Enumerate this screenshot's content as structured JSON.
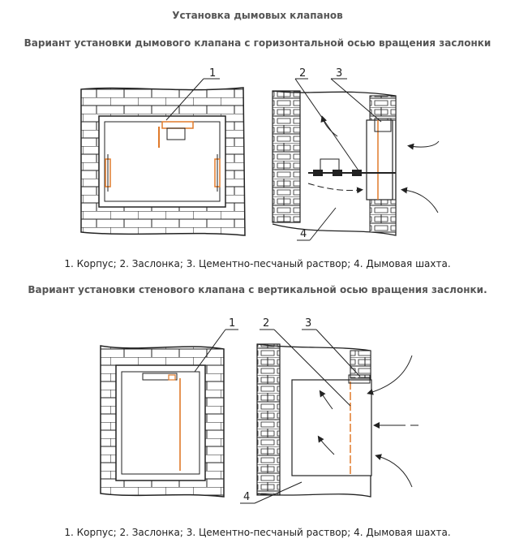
{
  "title": "Установка дымовых клапанов",
  "section1": {
    "heading": "Вариант установки дымового клапана с горизонтальной осью вращения заслонки",
    "callouts": [
      "1",
      "2",
      "3",
      "4"
    ],
    "caption": "1. Корпус; 2. Заслонка; 3. Цементно-песчаный раствор; 4. Дымовая шахта."
  },
  "section2": {
    "heading": "Вариант установки стенового клапана с вертикальной осью вращения заслонки.",
    "callouts": [
      "1",
      "2",
      "3",
      "4"
    ],
    "caption": "1. Корпус; 2. Заслонка; 3. Цементно-песчаный раствор; 4. Дымовая шахта."
  },
  "colors": {
    "line": "#222222",
    "accent": "#e07a2a",
    "brick": "#ffffff"
  }
}
